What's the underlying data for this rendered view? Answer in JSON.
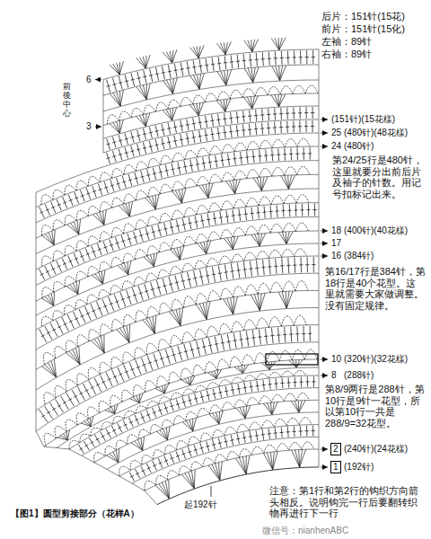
{
  "diagram": {
    "nodes": [
      {
        "text": [
          "2"
        ]
      },
      {
        "text": [
          "1"
        ]
      }
    ],
    "labels": [
      "后片：151针(15花)",
      "前片：151针(15化)",
      "左袖：89针",
      "右袖：89针",
      "6",
      "前後中心",
      "3",
      "(151针)(15花樣)",
      "25",
      "(480针)(48花樣)",
      "24",
      "(480针)",
      "第24/25行是480针，这里就要分出前后片及袖子的针数。用记号扣标记出来。",
      "18",
      "(400针)(40花樣)",
      "17",
      "16",
      "(384针)",
      "第16/17行是384针，第18行是40个花型。这里就需要大家做调整。没有固定规律。",
      "10",
      "(320针)(32花樣)",
      "8",
      "(288针)",
      "第8/9两行是288针，第10行是9针一花型，所以第10行一共是288/9=32花型。",
      "(240针)(24花樣)",
      "(192针)",
      "【图1】圆型剪接部分（花样A）",
      "起192针",
      "注意：第1行和第2行的钩织方向箭头相反。说明钩完一行后要翻转织物再进行下一行",
      "微信号：nianhenABC"
    ]
  }
}
